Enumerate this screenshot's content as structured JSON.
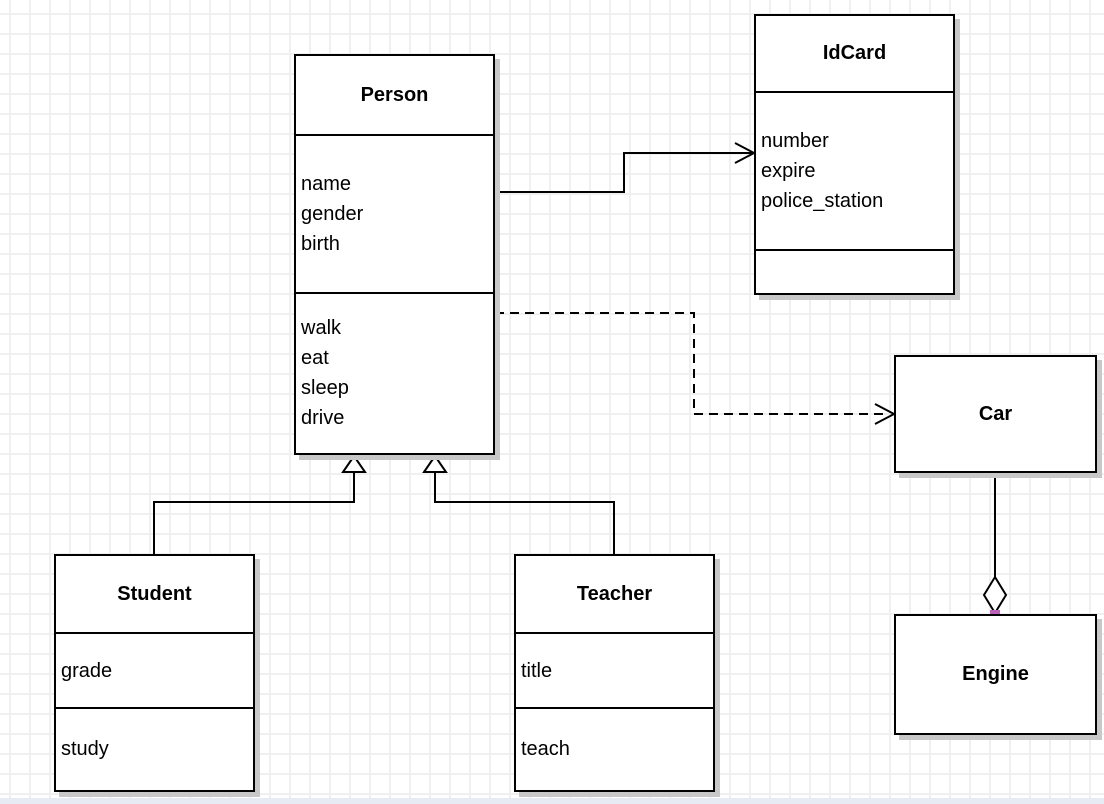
{
  "app": {
    "canvas_background": "#ffffff",
    "grid_color": "#f0f0f3",
    "bottom_band_color": "#e7ebf3"
  },
  "colors": {
    "box_fill": "#ffffff",
    "box_border": "#000000",
    "box_shadow": "#c8c8c8",
    "edge_line": "#000000",
    "endpoint_handle": "#ba62ba"
  },
  "diagram": {
    "type": "uml-class-diagram",
    "classes": [
      {
        "id": "person",
        "name": "Person",
        "attributes": [
          "name",
          "gender",
          "birth"
        ],
        "methods": [
          "walk",
          "eat",
          "sleep",
          "drive"
        ]
      },
      {
        "id": "idcard",
        "name": "IdCard",
        "attributes": [
          "number",
          "expire",
          "police_station"
        ],
        "methods": []
      },
      {
        "id": "car",
        "name": "Car",
        "attributes": [],
        "methods": []
      },
      {
        "id": "engine",
        "name": "Engine",
        "attributes": [],
        "methods": []
      },
      {
        "id": "student",
        "name": "Student",
        "attributes": [
          "grade"
        ],
        "methods": [
          "study"
        ]
      },
      {
        "id": "teacher",
        "name": "Teacher",
        "attributes": [
          "title"
        ],
        "methods": [
          "teach"
        ]
      }
    ],
    "relationships": [
      {
        "from": "Person",
        "to": "IdCard",
        "type": "association",
        "line": "solid",
        "arrow": "open-arrow"
      },
      {
        "from": "Person",
        "to": "Car",
        "type": "dependency",
        "line": "dashed",
        "arrow": "open-arrow"
      },
      {
        "from": "Student",
        "to": "Person",
        "type": "generalization",
        "line": "solid",
        "arrow": "hollow-triangle"
      },
      {
        "from": "Teacher",
        "to": "Person",
        "type": "generalization",
        "line": "solid",
        "arrow": "hollow-triangle"
      },
      {
        "from": "Car",
        "to": "Engine",
        "type": "aggregation",
        "line": "solid",
        "arrow": "hollow-diamond"
      }
    ]
  }
}
